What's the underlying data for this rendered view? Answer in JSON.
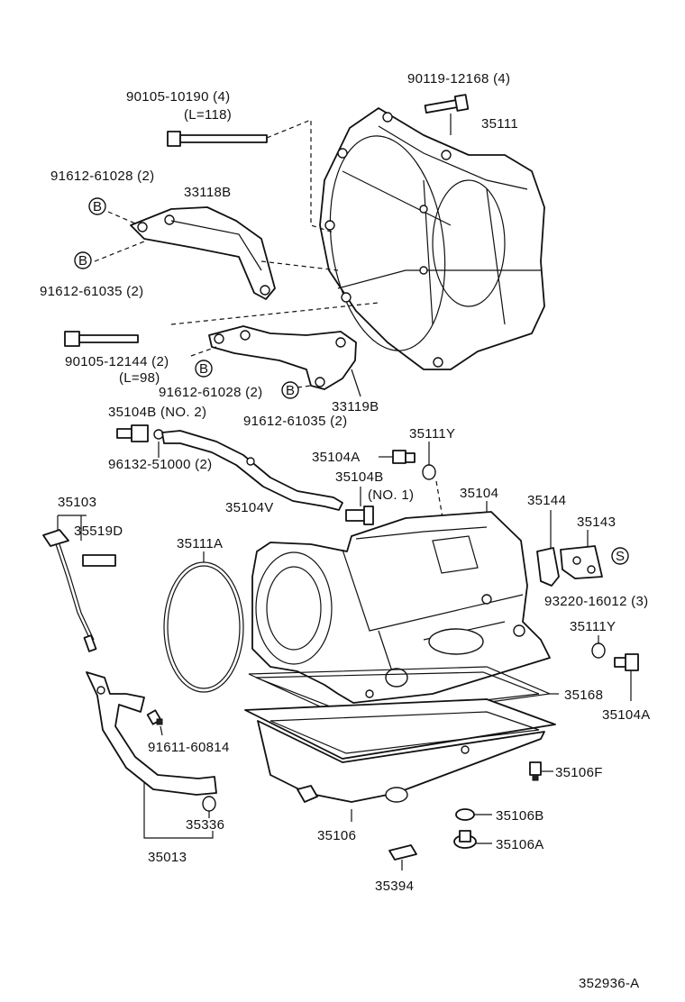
{
  "diagram_id": "352936-A",
  "labels": {
    "p90119": "90119-12168 (4)",
    "p35111": "35111",
    "p90105a": "90105-10190 (4)",
    "p90105a_len": "(L=118)",
    "p91612a": "91612-61028 (2)",
    "p33118b": "33118B",
    "p91612b": "91612-61035 (2)",
    "p90105b": "90105-12144 (2)",
    "p90105b_len": "(L=98)",
    "p91612c": "91612-61028 (2)",
    "p33119b": "33119B",
    "p91612d": "91612-61035 (2)",
    "p35104b2": "35104B (NO. 2)",
    "p35111y_top": "35111Y",
    "p35104a_top": "35104A",
    "p96132": "96132-51000 (2)",
    "p35104b1": "35104B",
    "p35104b1_no": "(NO. 1)",
    "p35104": "35104",
    "p35144": "35144",
    "p35104v": "35104V",
    "p35103": "35103",
    "p35143": "35143",
    "p35519d": "35519D",
    "p35111a": "35111A",
    "p93220": "93220-16012 (3)",
    "p35111y_right": "35111Y",
    "p35168": "35168",
    "p35104a_right": "35104A",
    "p91611": "91611-60814",
    "p35106f": "35106F",
    "p35106b": "35106B",
    "p35336": "35336",
    "p35106": "35106",
    "p35106a": "35106A",
    "p35013": "35013",
    "p35394": "35394",
    "mark_b": "B",
    "mark_s": "S"
  }
}
